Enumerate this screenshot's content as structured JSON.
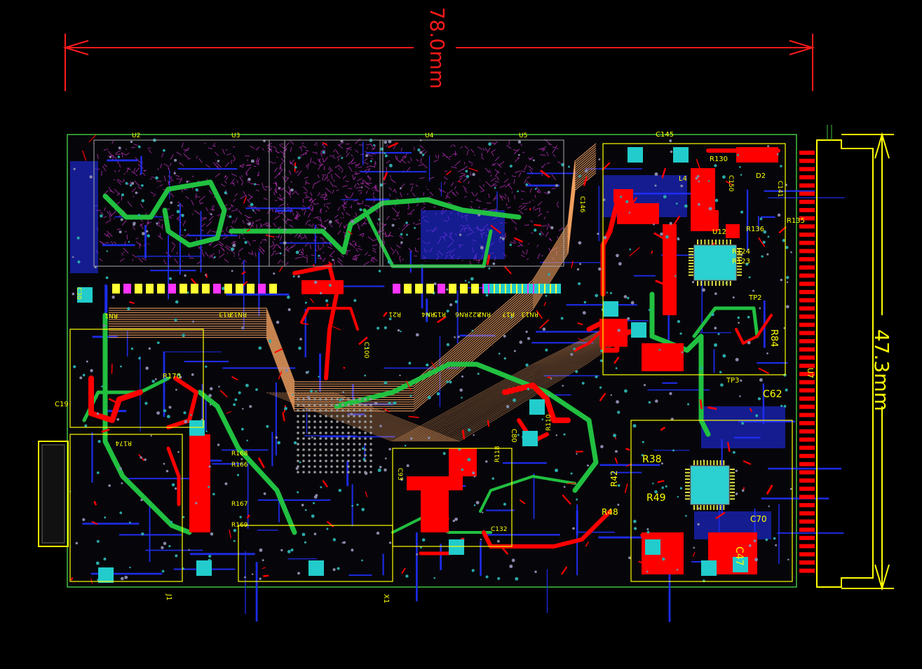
{
  "dimensions": {
    "width_label": "78.0mm",
    "height_label": "47.3mm"
  },
  "refdes": {
    "u2": "U2",
    "u3": "U3",
    "u4": "U4",
    "u5": "U5",
    "u7": "U7",
    "c145": "C145",
    "r130": "R130",
    "d2": "D2",
    "l4": "L4",
    "u12": "U12",
    "r135": "R135",
    "r136": "R136",
    "r124": "R124",
    "r123": "R123",
    "r84": "R84",
    "r38": "R38",
    "r49": "R49",
    "r42": "R42",
    "r48": "R48",
    "c47": "C47",
    "c62": "C62",
    "c70": "C70",
    "rn1": "RN1",
    "rn2": "RN2",
    "rn4": "RN4",
    "rn6": "RN6",
    "rn12": "RN12",
    "rn13": "RN13",
    "r13": "R13",
    "r15": "R15",
    "r17": "R17",
    "r21": "R21",
    "r22": "R22",
    "r110": "R110",
    "r118": "R118",
    "r166": "R166",
    "r168": "R168",
    "r167": "R167",
    "r169": "R169",
    "r170": "R170",
    "r174": "R174",
    "c19": "C19",
    "c30": "C30",
    "c80": "C80",
    "c93": "C93",
    "c100": "C100",
    "c132": "C132",
    "c141": "C141",
    "c146": "C146",
    "c150": "C150",
    "tp2": "TP2",
    "tp3": "TP3",
    "j1": "J1",
    "x1": "X1"
  },
  "colors": {
    "background": "#000000",
    "dimension": "#ff1a1a",
    "board_outline_dimension": "#ffff00",
    "top_copper": "#ff0000",
    "bottom_copper": "#2030ff",
    "inner_power": "#21c040",
    "inner_signal": "#f0a060",
    "magenta_layer": "#cc33cc",
    "pad": "#22cccc",
    "silkscreen": "#ffff00",
    "board_edge": "#40c040"
  }
}
